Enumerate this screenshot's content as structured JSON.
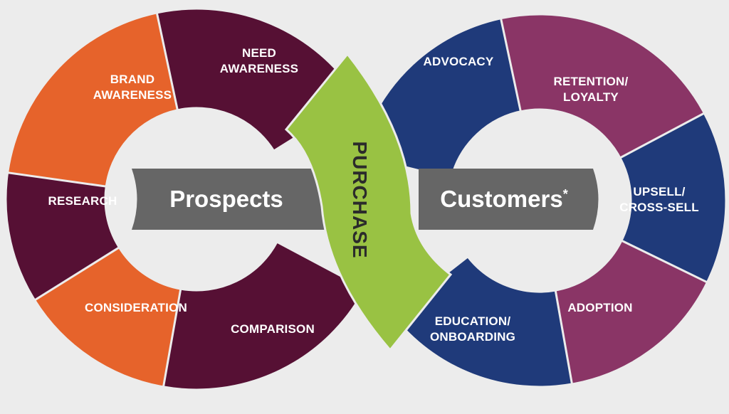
{
  "diagram": {
    "colors": {
      "background": "#ececec",
      "orange": "#e6632b",
      "maroon": "#561034",
      "navy": "#1f3a7a",
      "plum": "#8a3566",
      "green": "#99c243",
      "gray_bar": "#666666"
    },
    "left_loop": {
      "title": "Prospects",
      "stages": [
        {
          "id": "need-awareness",
          "lines": [
            "NEED",
            "AWARENESS"
          ],
          "color": "#561034"
        },
        {
          "id": "brand-awareness",
          "lines": [
            "BRAND",
            "AWARENESS"
          ],
          "color": "#e6632b"
        },
        {
          "id": "research",
          "lines": [
            "RESEARCH"
          ],
          "color": "#561034"
        },
        {
          "id": "consideration",
          "lines": [
            "CONSIDERATION"
          ],
          "color": "#e6632b"
        },
        {
          "id": "comparison",
          "lines": [
            "COMPARISON"
          ],
          "color": "#561034"
        }
      ]
    },
    "center": {
      "label": "PURCHASE",
      "color": "#99c243"
    },
    "right_loop": {
      "title": "Customers",
      "title_mark": "*",
      "stages": [
        {
          "id": "advocacy",
          "lines": [
            "ADVOCACY"
          ],
          "color": "#1f3a7a"
        },
        {
          "id": "retention-loyalty",
          "lines": [
            "RETENTION/",
            "LOYALTY"
          ],
          "color": "#8a3566"
        },
        {
          "id": "upsell-cross-sell",
          "lines": [
            "UPSELL/",
            "CROSS-SELL"
          ],
          "color": "#1f3a7a"
        },
        {
          "id": "adoption",
          "lines": [
            "ADOPTION"
          ],
          "color": "#8a3566"
        },
        {
          "id": "education-onboarding",
          "lines": [
            "EDUCATION/",
            "ONBOARDING"
          ],
          "color": "#1f3a7a"
        }
      ]
    }
  }
}
